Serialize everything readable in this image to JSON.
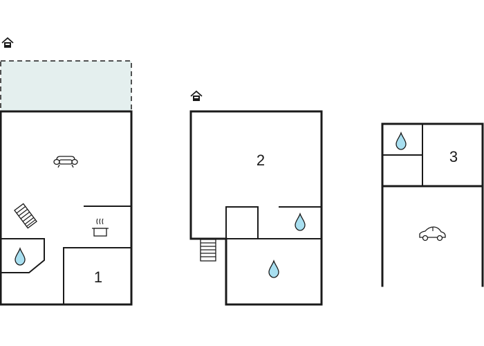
{
  "floors": [
    {
      "label": "1",
      "has_entrance": true,
      "has_terrace": true
    },
    {
      "label": "2",
      "has_entrance": true
    },
    {
      "label": "3",
      "has_garage": true
    }
  ],
  "colors": {
    "wall": "#1a1a1a",
    "terrace": "#e4efee",
    "water": "#a8dff0"
  },
  "icons": {
    "entrance": "house-entrance-icon",
    "sofa": "sofa-icon",
    "stairs": "stairs-icon",
    "kitchen": "cooking-pot-icon",
    "water": "water-drop-icon",
    "car": "car-icon"
  }
}
